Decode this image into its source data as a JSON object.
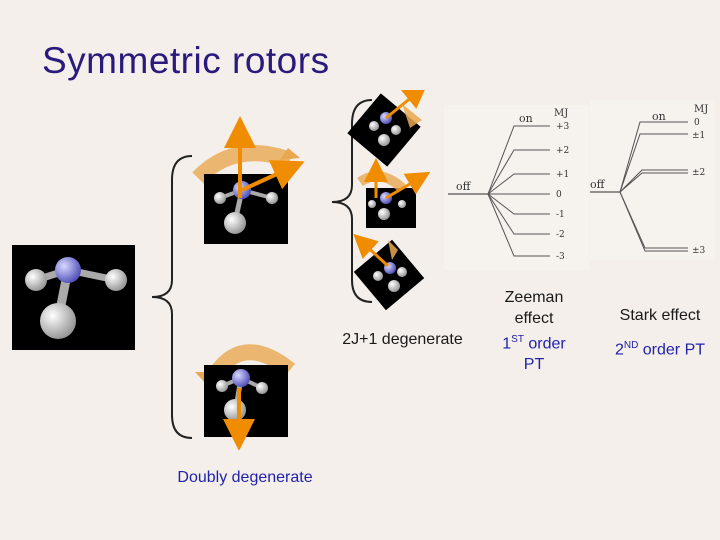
{
  "slide": {
    "title": "Symmetric rotors",
    "degenerate_2j1": "2J+1 degenerate",
    "doubly_degenerate": "Doubly degenerate",
    "zeeman": {
      "line1": "Zeeman",
      "line2": "effect",
      "order": "1",
      "order_sup": "ST",
      "order_rest": " order",
      "pt": "PT"
    },
    "stark": {
      "line1": "Stark effect",
      "order": "2",
      "order_sup": "ND",
      "order_rest": " order PT"
    }
  },
  "zeeman_diagram": {
    "on_label": "on",
    "off_label": "off",
    "mj_label": "MJ",
    "levels": [
      "+3",
      "+2",
      "+1",
      "0",
      "-1",
      "-2",
      "-3"
    ]
  },
  "stark_diagram": {
    "on_label": "on",
    "off_label": "off",
    "mj_label": "MJ",
    "levels": [
      "0",
      "±1",
      "±2",
      "±3"
    ]
  },
  "colors": {
    "title": "#2a1a7c",
    "label_blue": "#2222aa",
    "arrow": "#f08c00",
    "rotation": "#e8a850",
    "background": "#f4efea"
  }
}
